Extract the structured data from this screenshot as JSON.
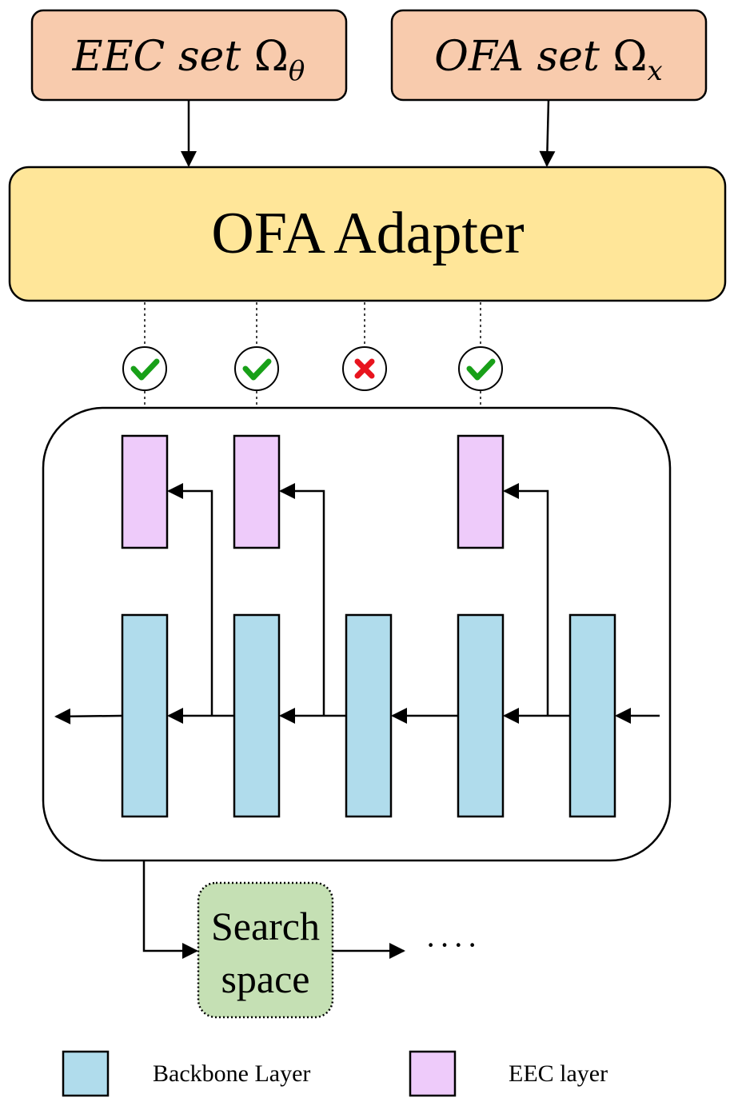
{
  "inputs": {
    "eec": {
      "prefix": "EEC set ",
      "symbol": "Ω",
      "subscript": "θ"
    },
    "ofa": {
      "prefix": "OFA set ",
      "symbol": "Ω",
      "subscript": "x"
    }
  },
  "adapter": {
    "label": "OFA Adapter"
  },
  "gates": [
    {
      "status": "check"
    },
    {
      "status": "check"
    },
    {
      "status": "cross"
    },
    {
      "status": "check"
    }
  ],
  "search": {
    "line1": "Search",
    "line2": "space",
    "ellipsis": "····"
  },
  "legend": {
    "backbone": "Backbone Layer",
    "eec": "EEC layer"
  },
  "colors": {
    "input_fill": "#f8cbad",
    "adapter_fill": "#ffe699",
    "eec_fill": "#eecbfa",
    "backbone_fill": "#b0dcec",
    "search_fill": "#c5e0b4",
    "check": "#18a018",
    "cross": "#e8141e"
  }
}
